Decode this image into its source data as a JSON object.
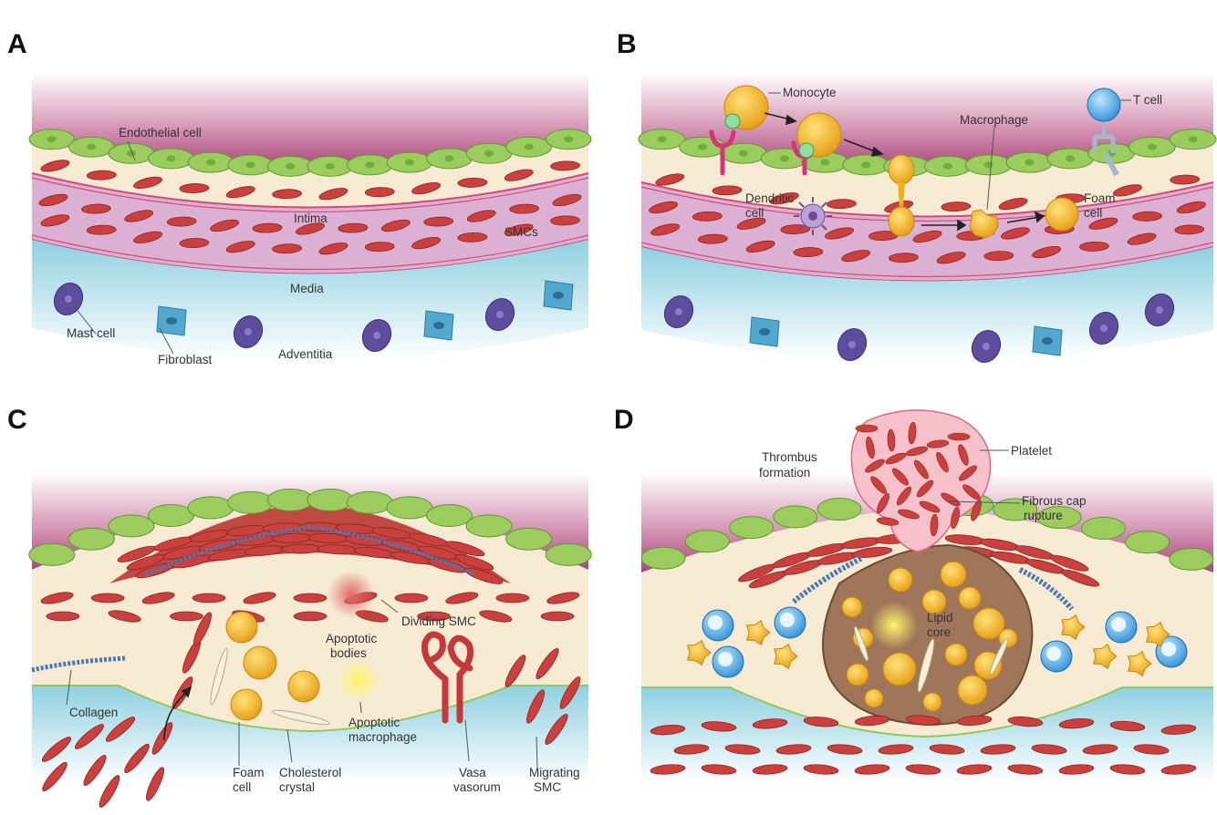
{
  "panels": {
    "a": {
      "letter": "A",
      "labels": {
        "endothelial": "Endothelial cell",
        "intima": "Intima",
        "smcs": "SMCs",
        "media": "Media",
        "mast": "Mast cell",
        "fibroblast": "Fibroblast",
        "adventitia": "Adventitia"
      }
    },
    "b": {
      "letter": "B",
      "labels": {
        "monocyte": "Monocyte",
        "tcell": "T cell",
        "macrophage": "Macrophage",
        "dendritic1": "Dendritic",
        "dendritic2": "cell",
        "foam1": "Foam",
        "foam2": "cell"
      }
    },
    "c": {
      "letter": "C",
      "labels": {
        "apoptotic_bodies1": "Apoptotic",
        "apoptotic_bodies2": "bodies",
        "dividing_smc": "Dividing SMC",
        "collagen": "Collagen",
        "apoptotic_mac1": "Apoptotic",
        "apoptotic_mac2": "macrophage",
        "foam1": "Foam",
        "foam2": "cell",
        "chol1": "Cholesterol",
        "chol2": "crystal",
        "vasa1": "Vasa",
        "vasa2": "vasorum",
        "migrating1": "Migrating",
        "migrating2": "SMC"
      }
    },
    "d": {
      "letter": "D",
      "labels": {
        "thrombus1": "Thrombus",
        "thrombus2": "formation",
        "platelet": "Platelet",
        "cap1": "Fibrous cap",
        "cap2": "rupture",
        "lipid1": "Lipid",
        "lipid2": "core"
      }
    }
  },
  "colors": {
    "lumen": "#b35a86",
    "endothelium": "#9ccc5e",
    "intima": "#f6ead3",
    "smc": "#c9403e",
    "media": "#d9a8cf",
    "adventitia": "#bfe3ec",
    "foam": "#f0b21c",
    "mast": "#5d4d9c",
    "fibroblast": "#53a8d0",
    "tcell": "#3d9bd8",
    "core": "#a0765a"
  }
}
